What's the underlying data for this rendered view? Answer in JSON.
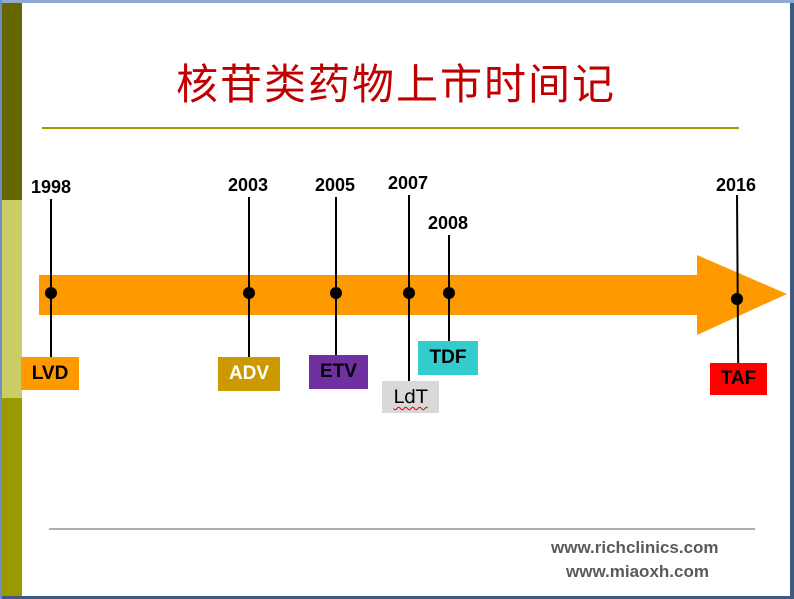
{
  "slide": {
    "title": "核苷类药物上市时间记",
    "footer": {
      "url1": "www.richclinics.com",
      "url2": "www.miaoxh.com"
    }
  },
  "colors": {
    "title": "#c00000",
    "arrow": "#ff9900",
    "sidebar_dark": "#666600",
    "sidebar_light": "#cccc66",
    "sidebar_mid": "#999900",
    "title_rule": "#a09a00"
  },
  "timeline": {
    "events": [
      {
        "year": "1998",
        "drug": "LVD",
        "color": "#ff9900",
        "text_color": "#000000"
      },
      {
        "year": "2003",
        "drug": "ADV",
        "color": "#cc9900",
        "text_color": "#ffffff"
      },
      {
        "year": "2005",
        "drug": "ETV",
        "color": "#7030a0",
        "text_color": "#000000"
      },
      {
        "year": "2007",
        "drug": "LdT",
        "color": "#d9d9d9",
        "text_color": "#000000"
      },
      {
        "year": "2008",
        "drug": "TDF",
        "color": "#33cccc",
        "text_color": "#000000"
      },
      {
        "year": "2016",
        "drug": "TAF",
        "color": "#ff0000",
        "text_color": "#000000"
      }
    ]
  },
  "chart_data": {
    "type": "timeline",
    "title": "核苷类药物上市时间记",
    "x": [
      "1998",
      "2003",
      "2005",
      "2007",
      "2008",
      "2016"
    ],
    "labels": [
      "LVD",
      "ADV",
      "ETV",
      "LdT",
      "TDF",
      "TAF"
    ]
  }
}
